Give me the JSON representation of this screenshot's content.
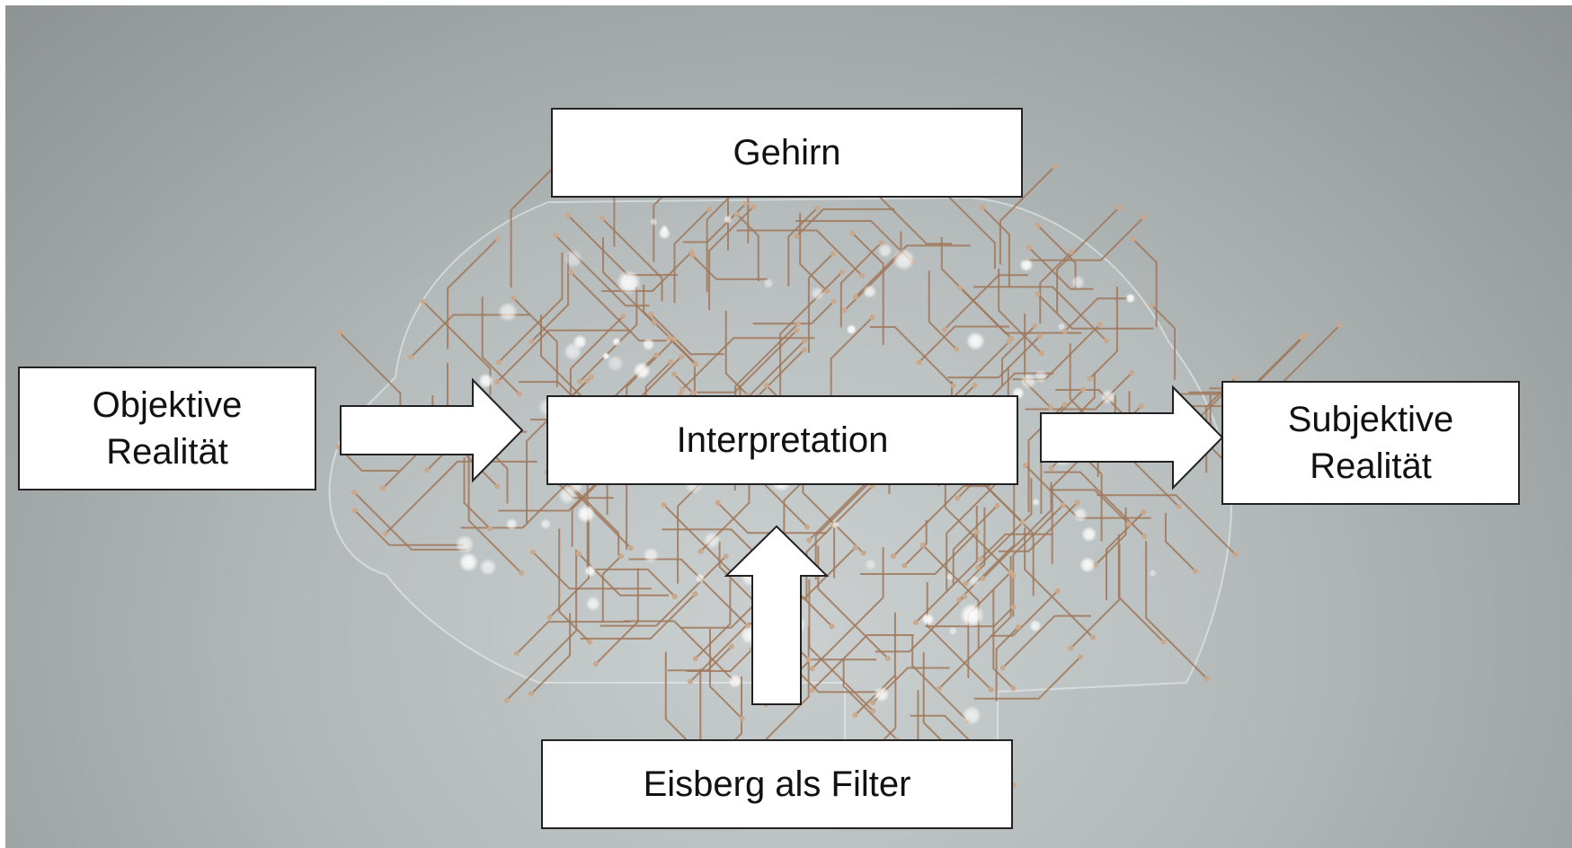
{
  "diagram": {
    "top_label": "Gehirn",
    "input_label": "Objektive\nRealität",
    "center_label": "Interpretation",
    "output_label": "Subjektive\nRealität",
    "filter_label": "Eisberg als Filter"
  },
  "colors": {
    "background": "#b2b8b8",
    "box_fill": "#ffffff",
    "box_border": "#222222",
    "circuit_trace": "#a0785a",
    "glow": "#ffffff"
  },
  "background_image": "circuit-board-brain"
}
